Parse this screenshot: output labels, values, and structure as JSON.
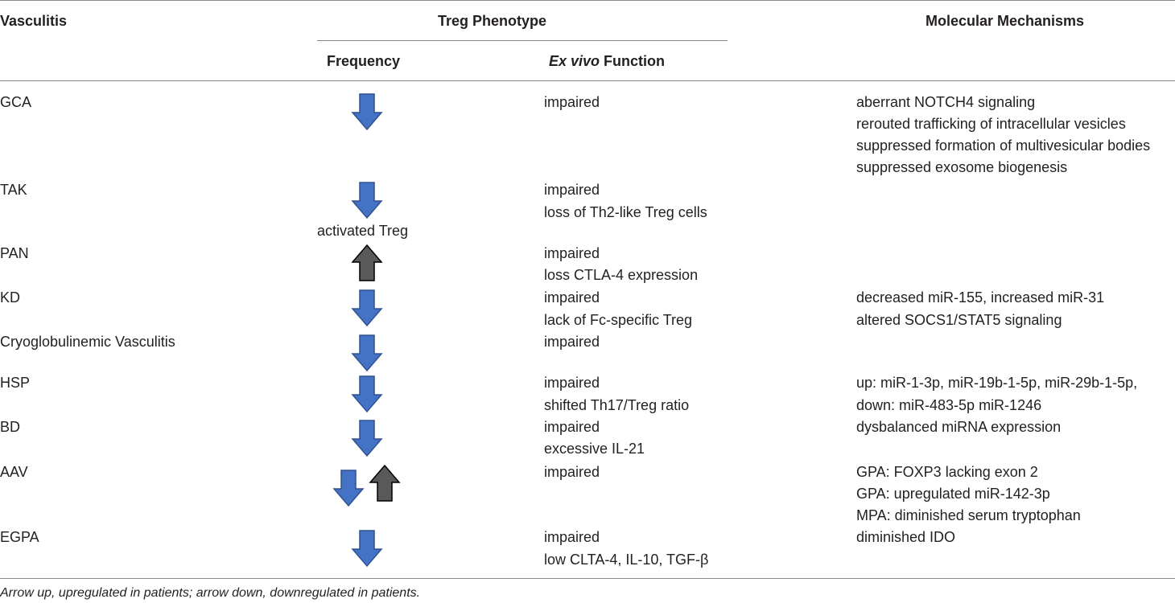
{
  "table": {
    "headers": {
      "vasculitis": "Vasculitis",
      "treg_phenotype": "Treg Phenotype",
      "molecular_mechanisms": "Molecular Mechanisms",
      "frequency": "Frequency",
      "function_italic": "Ex vivo",
      "function_rest": " Function"
    },
    "rows": [
      {
        "name": "GCA",
        "frequency": [
          "down"
        ],
        "function": [
          "impaired"
        ],
        "mechanisms": [
          "aberrant NOTCH4 signaling",
          "rerouted trafficking of intracellular vesicles",
          "suppressed formation of multivesicular bodies",
          "suppressed exosome biogenesis"
        ]
      },
      {
        "name": "TAK",
        "frequency": [
          "down"
        ],
        "frequency_note": "activated Treg",
        "function": [
          "impaired",
          "loss of Th2-like Treg cells"
        ],
        "mechanisms": []
      },
      {
        "name": "PAN",
        "frequency": [
          "up"
        ],
        "function": [
          "impaired",
          "loss CTLA-4 expression"
        ],
        "mechanisms": []
      },
      {
        "name": "KD",
        "frequency": [
          "down"
        ],
        "function": [
          "impaired",
          "lack of Fc-specific Treg"
        ],
        "mechanisms": [
          "decreased miR-155, increased miR-31",
          "altered SOCS1/STAT5 signaling"
        ]
      },
      {
        "name": "Cryoglobulinemic Vasculitis",
        "frequency": [
          "down"
        ],
        "function": [
          "impaired"
        ],
        "mechanisms": []
      },
      {
        "name": "HSP",
        "frequency": [
          "down"
        ],
        "function": [
          "impaired",
          "shifted Th17/Treg ratio"
        ],
        "mechanisms": [
          "up: miR-1-3p, miR-19b-1-5p, miR-29b-1-5p,",
          "down: miR-483-5p miR-1246"
        ]
      },
      {
        "name": "BD",
        "frequency": [
          "down"
        ],
        "function": [
          "impaired",
          "excessive IL-21"
        ],
        "mechanisms": [
          "dysbalanced miRNA expression"
        ]
      },
      {
        "name": "AAV",
        "frequency": [
          "down",
          "up"
        ],
        "function": [
          "impaired"
        ],
        "mechanisms": [
          "GPA: FOXP3 lacking exon 2",
          "GPA: upregulated miR-142-3p",
          "MPA: diminished serum tryptophan"
        ]
      },
      {
        "name": "EGPA",
        "frequency": [
          "down"
        ],
        "function": [
          "impaired",
          "low CLTA-4, IL-10, TGF-β"
        ],
        "mechanisms": [
          "diminished IDO"
        ]
      }
    ],
    "colors": {
      "down_arrow": "#4472c4",
      "up_arrow": "#595959"
    }
  },
  "footnote": "Arrow up, upregulated in patients; arrow down, downregulated in patients."
}
